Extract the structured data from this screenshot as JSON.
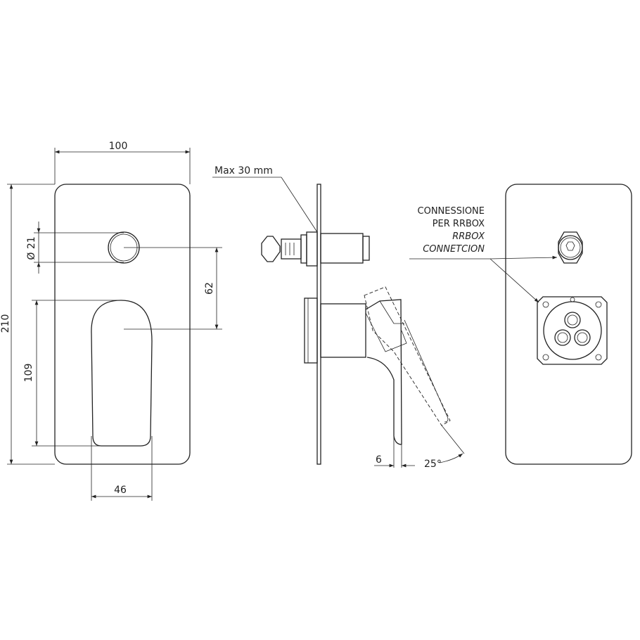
{
  "front_view": {
    "width_dim": "100",
    "height_dim": "210",
    "diameter_dim": "Ø 21",
    "offset_dim": "62",
    "handle_height_dim": "109",
    "handle_width_dim": "46"
  },
  "side_view": {
    "max_label": "Max 30 mm",
    "lever_dim": "6",
    "angle_dim": "25°"
  },
  "back_view": {
    "label_lines": [
      "CONNESSIONE",
      "PER RRBOX",
      "RRBOX",
      "CONNETCION"
    ]
  }
}
